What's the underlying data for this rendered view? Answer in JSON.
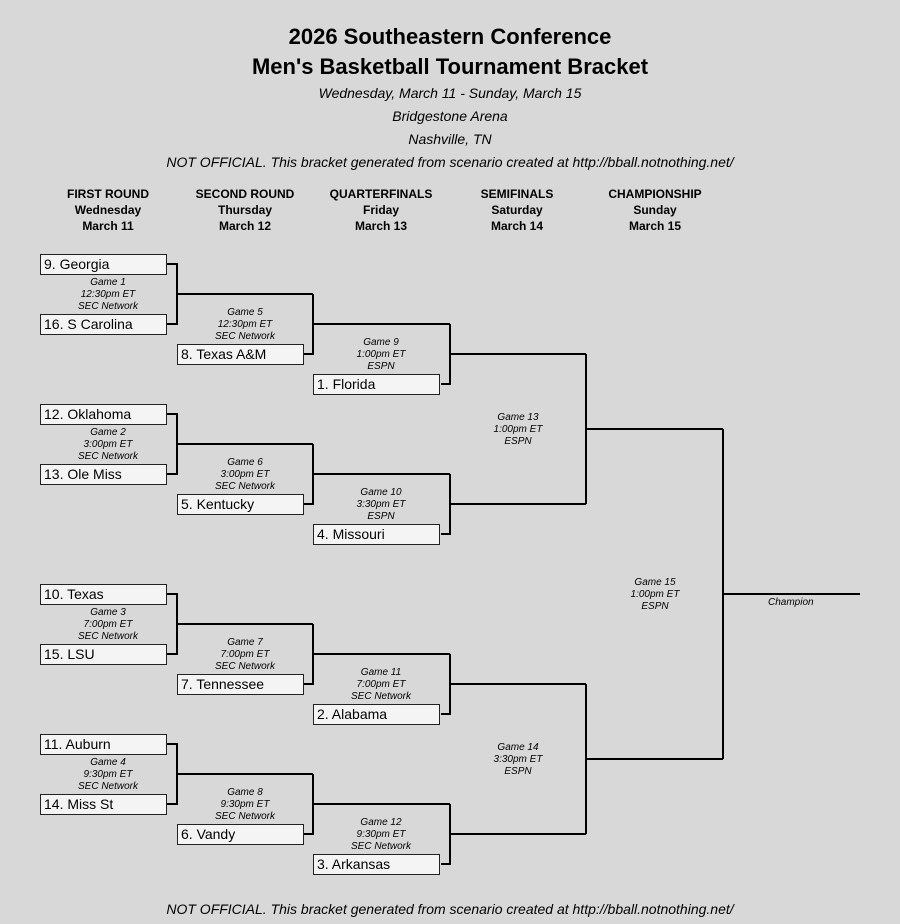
{
  "header": {
    "title1": "2026 Southeastern Conference",
    "title2": "Men's Basketball Tournament Bracket",
    "dates": "Wednesday, March 11 - Sunday, March 15",
    "venue": "Bridgestone Arena",
    "city": "Nashville, TN",
    "disclaimer": "NOT OFFICIAL.  This bracket generated from scenario created at http://bball.notnothing.net/"
  },
  "rounds": [
    {
      "name": "FIRST ROUND",
      "day": "Wednesday",
      "date": "March 11"
    },
    {
      "name": "SECOND ROUND",
      "day": "Thursday",
      "date": "March 12"
    },
    {
      "name": "QUARTERFINALS",
      "day": "Friday",
      "date": "March 13"
    },
    {
      "name": "SEMIFINALS",
      "day": "Saturday",
      "date": "March 14"
    },
    {
      "name": "CHAMPIONSHIP",
      "day": "Sunday",
      "date": "March 15"
    }
  ],
  "teams": {
    "r1": [
      "9. Georgia",
      "16. S Carolina",
      "12. Oklahoma",
      "13. Ole Miss",
      "10. Texas",
      "15. LSU",
      "11. Auburn",
      "14. Miss St"
    ],
    "r2": [
      "8. Texas A&M",
      "5. Kentucky",
      "7. Tennessee",
      "6. Vandy"
    ],
    "qf": [
      "1. Florida",
      "4. Missouri",
      "2. Alabama",
      "3. Arkansas"
    ]
  },
  "games": [
    {
      "game": "Game 1",
      "time": "12:30pm ET",
      "tv": "SEC Network"
    },
    {
      "game": "Game 2",
      "time": "3:00pm ET",
      "tv": "SEC Network"
    },
    {
      "game": "Game 3",
      "time": "7:00pm ET",
      "tv": "SEC Network"
    },
    {
      "game": "Game 4",
      "time": "9:30pm ET",
      "tv": "SEC Network"
    },
    {
      "game": "Game 5",
      "time": "12:30pm ET",
      "tv": "SEC Network"
    },
    {
      "game": "Game 6",
      "time": "3:00pm ET",
      "tv": "SEC Network"
    },
    {
      "game": "Game 7",
      "time": "7:00pm ET",
      "tv": "SEC Network"
    },
    {
      "game": "Game 8",
      "time": "9:30pm ET",
      "tv": "SEC Network"
    },
    {
      "game": "Game 9",
      "time": "1:00pm ET",
      "tv": "ESPN"
    },
    {
      "game": "Game 10",
      "time": "3:30pm ET",
      "tv": "ESPN"
    },
    {
      "game": "Game 11",
      "time": "7:00pm ET",
      "tv": "SEC Network"
    },
    {
      "game": "Game 12",
      "time": "9:30pm ET",
      "tv": "SEC Network"
    },
    {
      "game": "Game 13",
      "time": "1:00pm ET",
      "tv": "ESPN"
    },
    {
      "game": "Game 14",
      "time": "3:30pm ET",
      "tv": "ESPN"
    },
    {
      "game": "Game 15",
      "time": "1:00pm ET",
      "tv": "ESPN"
    }
  ],
  "champion_label": "Champion"
}
